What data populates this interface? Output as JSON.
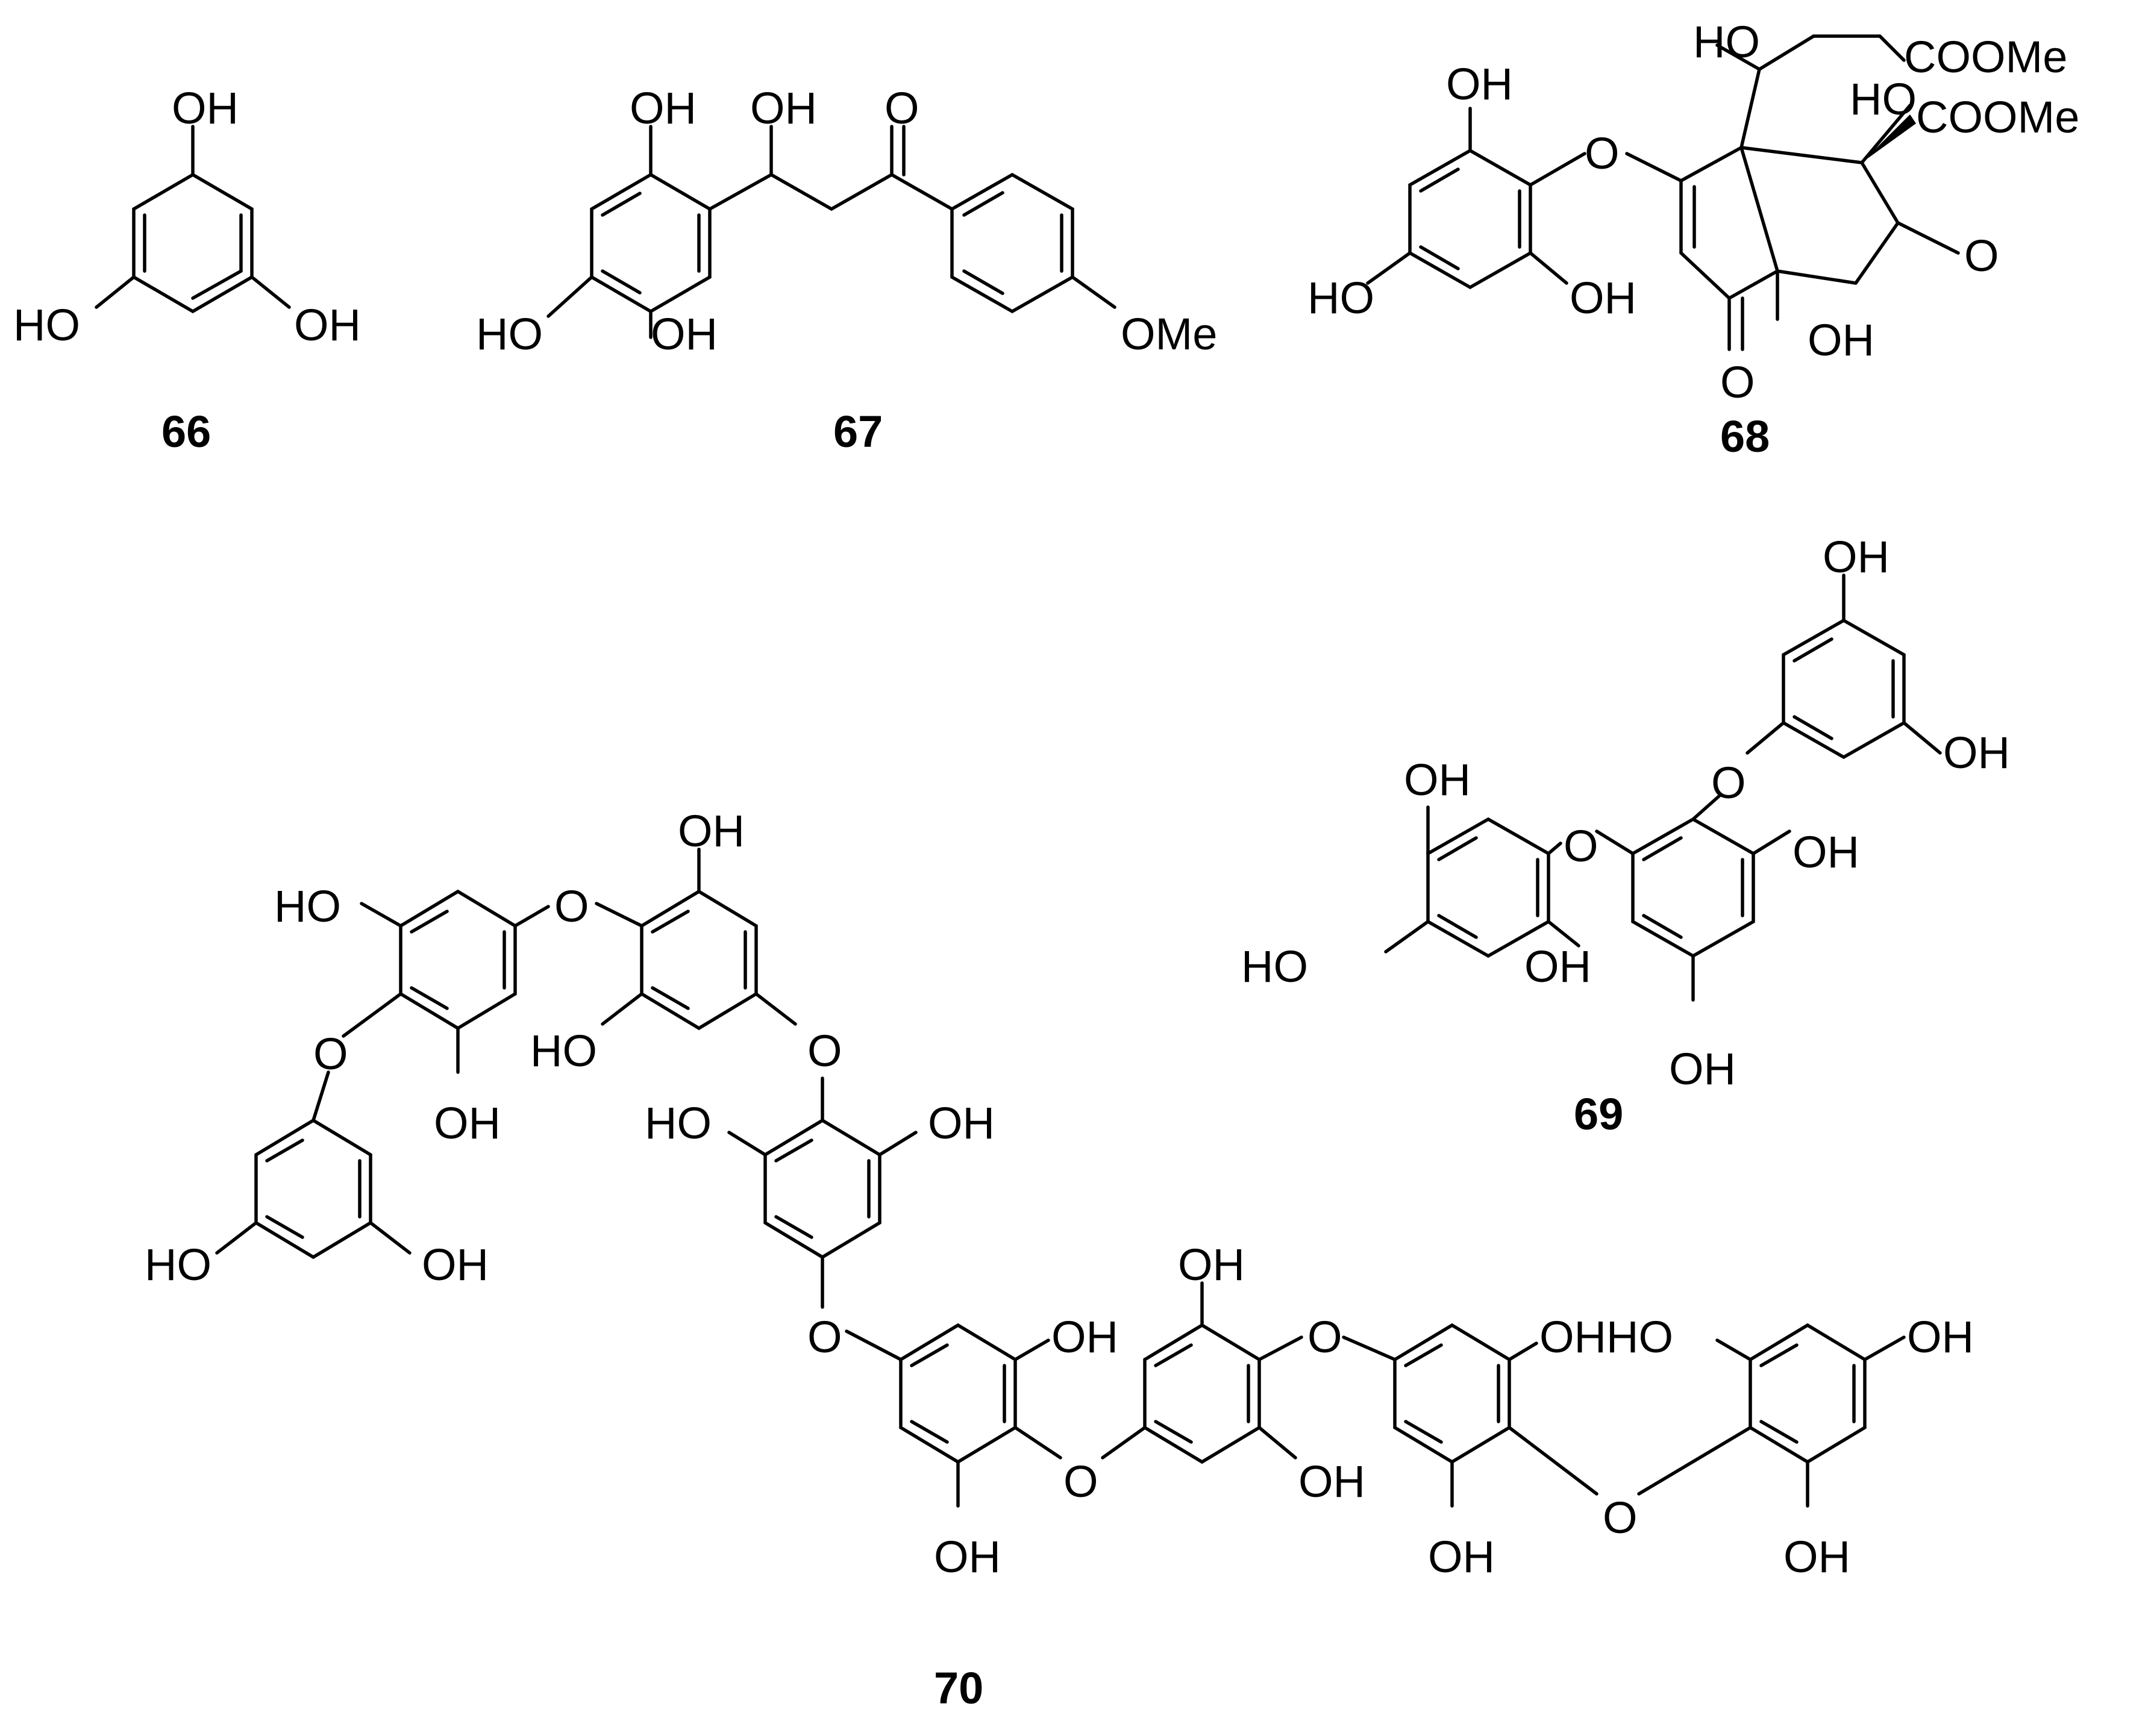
{
  "compounds": [
    {
      "id": "66",
      "label": "66",
      "atoms": {
        "oh_top": "OH",
        "oh_left": "HO",
        "oh_right": "OH"
      }
    },
    {
      "id": "67",
      "label": "67",
      "atoms": {
        "oh_a": "OH",
        "oh_b": "OH",
        "o": "O",
        "oh_left": "HO",
        "oh_c": "OH",
        "ome": "OMe"
      }
    },
    {
      "id": "68",
      "label": "68",
      "atoms": {
        "ho_top": "HO",
        "coome_1": "COOMe",
        "oh_a": "OH",
        "ho_mid": "HO",
        "coome_2": "COOMe",
        "o_ether": "O",
        "o_ketone": "O",
        "ho_left": "HO",
        "oh_b": "OH",
        "o_low": "O",
        "oh_c": "OH"
      }
    },
    {
      "id": "69",
      "label": "69",
      "atoms": {
        "oh_1": "OH",
        "o_1": "O",
        "oh_2": "OH",
        "oh_3": "OH",
        "o_2": "O",
        "oh_4": "OH",
        "ho_1": "HO",
        "oh_5": "OH",
        "oh_6": "OH"
      }
    },
    {
      "id": "70",
      "label": "70",
      "atoms": {
        "oh_1": "OH",
        "ho_1": "HO",
        "o_1": "O",
        "o_2": "O",
        "ho_2": "HO",
        "o_3": "O",
        "oh_2": "OH",
        "ho_3": "HO",
        "oh_3": "OH",
        "ho_4": "HO",
        "oh_4": "OH",
        "o_4": "O",
        "oh_5": "OH",
        "oh_6": "OH",
        "o_5": "O",
        "ohho": "OHHO",
        "oh_7": "OH",
        "o_6": "O",
        "oh_8": "OH",
        "o_7": "O",
        "oh_9": "OH",
        "oh_10": "OH",
        "oh_11": "OH"
      }
    }
  ],
  "colors": {
    "ink": "#000000",
    "paper": "#ffffff"
  }
}
